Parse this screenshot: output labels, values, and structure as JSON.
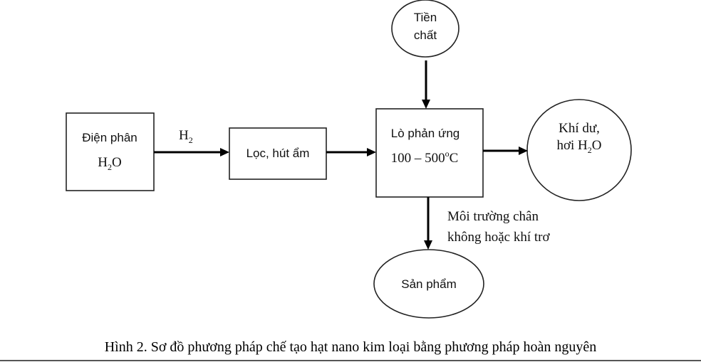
{
  "nodes": {
    "tien_chat": {
      "line1": "Tiền",
      "line2": "chất"
    },
    "dien_phan": {
      "line1": "Điện phân",
      "formula_base": "H",
      "formula_sub": "2",
      "formula_end": "O"
    },
    "loc_hut_am": {
      "label": "Lọc, hút ẩm"
    },
    "lo_phan_ung": {
      "label": "Lò phản ứng",
      "temp_range": "100 – 500",
      "temp_unit_sup": "o",
      "temp_unit": "C"
    },
    "khi_du": {
      "line1": "Khí dư,",
      "line2_prefix": "hơi H",
      "line2_sub": "2",
      "line2_suffix": "O"
    },
    "san_pham": {
      "label": "Sản phẩm"
    }
  },
  "edges": {
    "h2_label": {
      "base": "H",
      "sub": "2"
    },
    "environment": {
      "line1": "Môi trường chân",
      "line2": "không hoặc khí trơ"
    }
  },
  "caption": "Hình 2. Sơ đồ phương pháp chế tạo hạt nano kim loại bằng phương pháp hoàn nguyên"
}
